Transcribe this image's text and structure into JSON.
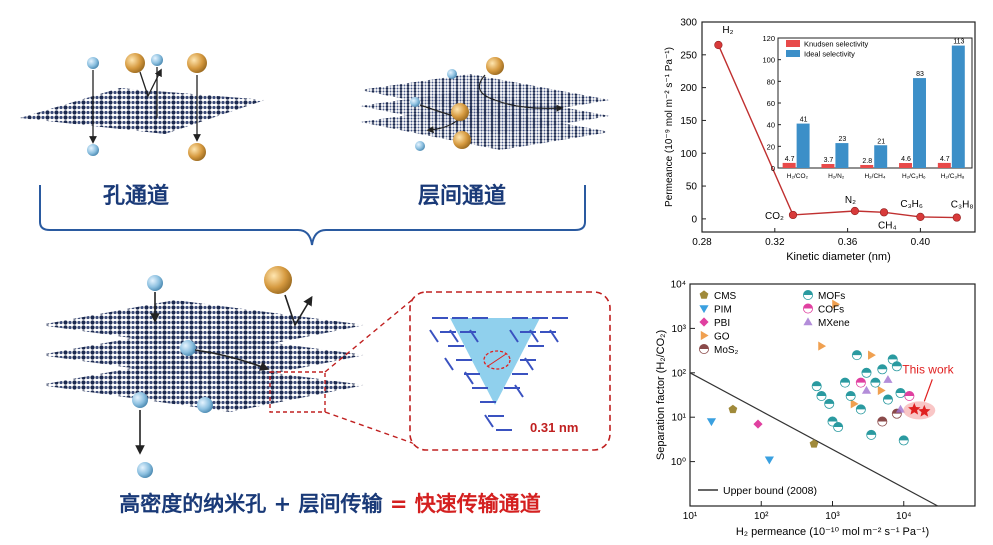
{
  "left_panel": {
    "pore_channel_label": "孔通道",
    "interlayer_channel_label": "层间通道",
    "pore_size_label": "0.31 nm",
    "bottom_text": {
      "part1": "高密度的纳米孔",
      "plus": "+",
      "part2": "层间传输",
      "equals": "=",
      "result": "快速传输通道"
    }
  },
  "chart_data": [
    {
      "type": "line",
      "xlabel": "Kinetic diameter (nm)",
      "ylabel": "Permeance (10⁻⁹ mol m⁻² s⁻¹ Pa⁻¹)",
      "xlim": [
        0.28,
        0.43
      ],
      "ylim": [
        -20,
        300
      ],
      "xticks": [
        "0.28",
        "0.32",
        "0.36",
        "0.40"
      ],
      "yticks": [
        "0",
        "50",
        "100",
        "150",
        "200",
        "250",
        "300"
      ],
      "points": [
        {
          "x": 0.289,
          "y": 265,
          "label": "H₂"
        },
        {
          "x": 0.33,
          "y": 6,
          "label": "CO₂"
        },
        {
          "x": 0.364,
          "y": 12,
          "label": "N₂"
        },
        {
          "x": 0.38,
          "y": 10,
          "label": "CH₄"
        },
        {
          "x": 0.4,
          "y": 3,
          "label": "C₃H₆"
        },
        {
          "x": 0.42,
          "y": 2,
          "label": "C₃H₈"
        }
      ]
    },
    {
      "type": "bar",
      "categories": [
        "H₂/CO₂",
        "H₂/N₂",
        "H₂/CH₄",
        "H₂/C₃H₆",
        "H₂/C₃H₈"
      ],
      "ylim": [
        0,
        120
      ],
      "yticks": [
        "0",
        "20",
        "40",
        "60",
        "80",
        "100",
        "120"
      ],
      "series": [
        {
          "name": "Knudsen selectivity",
          "values": [
            4.7,
            3.7,
            2.8,
            4.6,
            4.7
          ],
          "labels": [
            "4.7",
            "3.7",
            "2.8",
            "4.6",
            "4.7"
          ],
          "color": "#e84a4a"
        },
        {
          "name": "Ideal selectivity",
          "values": [
            41,
            23,
            21,
            83,
            113
          ],
          "labels": [
            "41",
            "23",
            "21",
            "83",
            "113"
          ],
          "color": "#3c8fc8"
        }
      ]
    },
    {
      "type": "scatter",
      "xlabel": "H₂ permeance (10⁻¹⁰ mol m⁻² s⁻¹ Pa⁻¹)",
      "ylabel": "Separation factor (H₂/CO₂)",
      "xscale": "log",
      "yscale": "log",
      "xlim": [
        10,
        100000
      ],
      "ylim": [
        0.1,
        10000
      ],
      "xticks": [
        "10¹",
        "10²",
        "10³",
        "10⁴"
      ],
      "yticks": [
        "10⁰",
        "10¹",
        "10²",
        "10³",
        "10⁴"
      ],
      "upper_bound_label": "Upper bound (2008)",
      "upper_bound": [
        [
          10,
          100
        ],
        [
          30000,
          0.1
        ]
      ],
      "annotation": "This work",
      "this_work": {
        "x": 15000,
        "y": 15
      },
      "series": [
        {
          "name": "CMS",
          "marker": "pentagon",
          "color": "#a08a3a",
          "points": [
            [
              40,
              15
            ],
            [
              550,
              2.5
            ]
          ]
        },
        {
          "name": "PIM",
          "marker": "triangle-down",
          "color": "#3aa0e0",
          "points": [
            [
              20,
              8
            ],
            [
              130,
              1.1
            ]
          ]
        },
        {
          "name": "PBI",
          "marker": "diamond",
          "color": "#e040a0",
          "points": [
            [
              90,
              7
            ]
          ]
        },
        {
          "name": "GO",
          "marker": "triangle-right",
          "color": "#f0a050",
          "points": [
            [
              700,
              400
            ],
            [
              1100,
              3500
            ],
            [
              3500,
              250
            ],
            [
              4800,
              40
            ],
            [
              2000,
              20
            ]
          ]
        },
        {
          "name": "MoS₂",
          "marker": "half-circle",
          "color": "#8a4a4a",
          "points": [
            [
              5000,
              8
            ],
            [
              8000,
              12
            ]
          ]
        },
        {
          "name": "MOFs",
          "marker": "half-circle",
          "color": "#2a9aa0",
          "points": [
            [
              600,
              50
            ],
            [
              700,
              30
            ],
            [
              900,
              20
            ],
            [
              1000,
              8
            ],
            [
              1200,
              6
            ],
            [
              1500,
              60
            ],
            [
              1800,
              30
            ],
            [
              2200,
              250
            ],
            [
              2500,
              15
            ],
            [
              3000,
              100
            ],
            [
              3500,
              4
            ],
            [
              4000,
              60
            ],
            [
              5000,
              120
            ],
            [
              6000,
              25
            ],
            [
              7000,
              200
            ],
            [
              8000,
              140
            ],
            [
              10000,
              3
            ],
            [
              9000,
              35
            ]
          ]
        },
        {
          "name": "COFs",
          "marker": "half-circle",
          "color": "#e040a0",
          "points": [
            [
              2500,
              60
            ],
            [
              12000,
              30
            ]
          ]
        },
        {
          "name": "MXene",
          "marker": "triangle-up",
          "color": "#a070d0",
          "points": [
            [
              3000,
              40
            ],
            [
              6000,
              70
            ],
            [
              9000,
              15
            ]
          ]
        }
      ]
    }
  ]
}
